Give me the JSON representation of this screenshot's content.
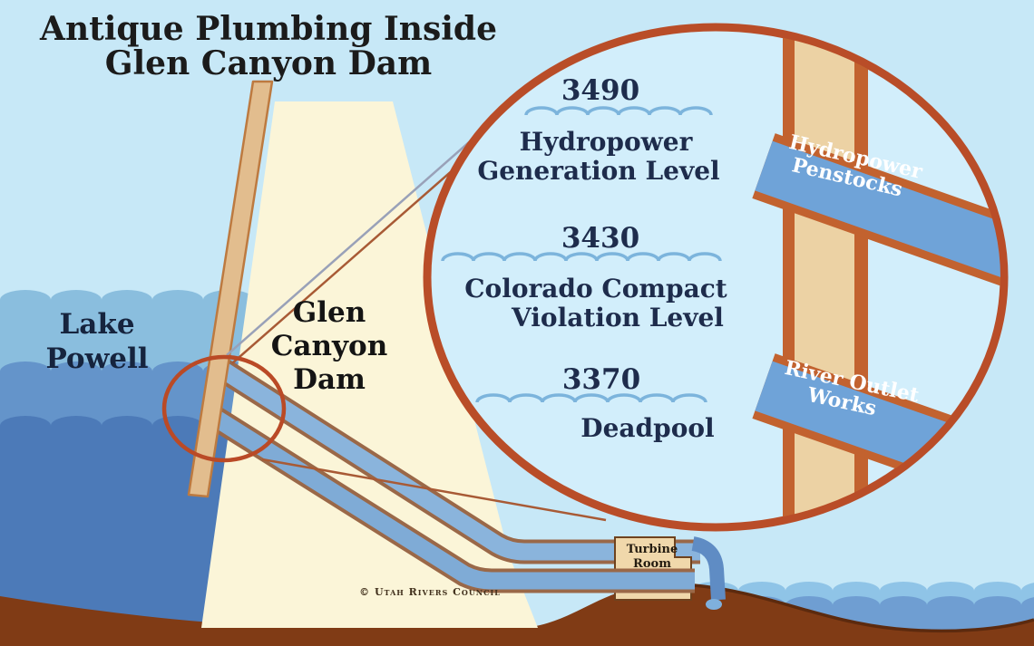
{
  "title": {
    "line1": "Antique Plumbing Inside",
    "line2": "Glen Canyon Dam"
  },
  "labels": {
    "lake": {
      "line1": "Lake",
      "line2": "Powell"
    },
    "dam": {
      "line1": "Glen",
      "line2": "Canyon",
      "line3": "Dam"
    },
    "turbine_room": {
      "line1": "Turbine",
      "line2": "Room"
    },
    "credit": "© Utah Rivers Council"
  },
  "magnified_view": {
    "levels": [
      {
        "elevation": "3490",
        "name_line1": "Hydropower",
        "name_line2": "Generation Level"
      },
      {
        "elevation": "3430",
        "name_line1": "Colorado Compact",
        "name_line2": "Violation Level"
      },
      {
        "elevation": "3370",
        "name_line1": "Deadpool"
      }
    ],
    "pipes": [
      {
        "name_line1": "Hydropower",
        "name_line2": "Penstocks"
      },
      {
        "name_line1": "River Outlet",
        "name_line2": "Works"
      }
    ]
  },
  "colors": {
    "sky": "#c7e8f7",
    "lens_interior": "#d2eefb",
    "magnifier_stroke": "#b94d28",
    "dam_body": "#fbf5d8",
    "dam_crest": "#e2bd8e",
    "pipe_blue": "#6fa3d8",
    "pipe_border": "#c2622f",
    "column_tan": "#ecd2a4",
    "lake_band1": "#8abede",
    "lake_band2": "#6494ca",
    "lake_band3": "#4c7ab8",
    "river_band1": "#8fc4e7",
    "river_band2": "#6f9ed2",
    "ground_brown": "#803b15",
    "text_navy": "#1e2c4c"
  }
}
